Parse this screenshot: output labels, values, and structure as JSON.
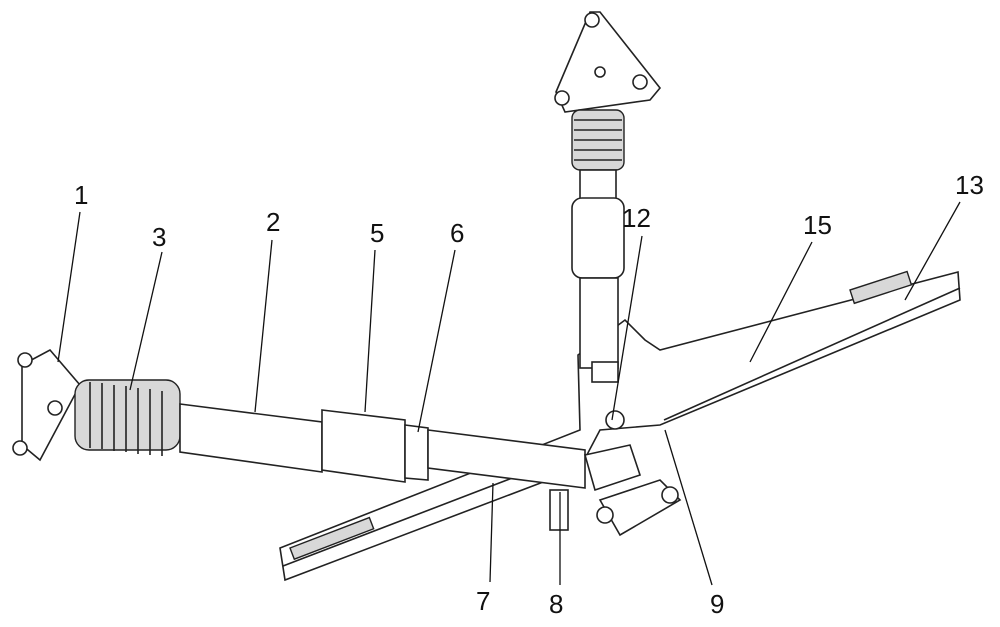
{
  "figure": {
    "labels": {
      "l1": "1",
      "l2": "2",
      "l3": "3",
      "l5": "5",
      "l6": "6",
      "l7": "7",
      "l8": "8",
      "l9": "9",
      "l12": "12",
      "l13": "13",
      "l15": "15"
    }
  }
}
